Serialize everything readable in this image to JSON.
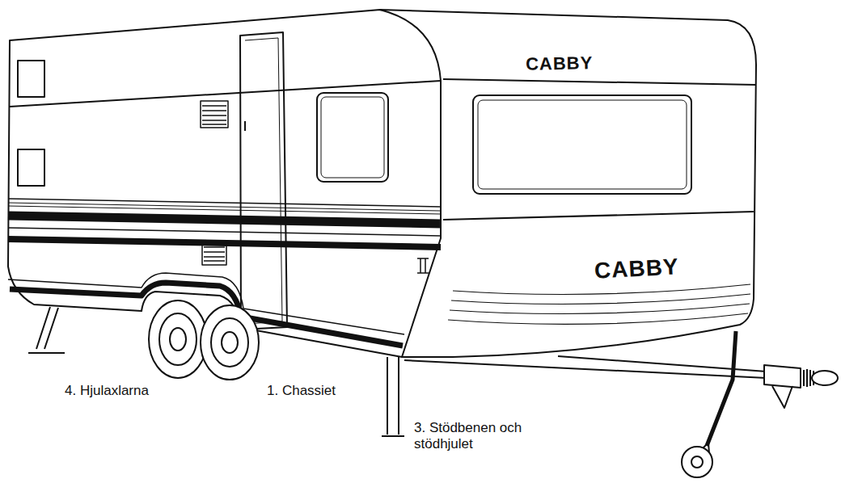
{
  "diagram": {
    "labels": [
      "CABBY",
      "CABBY",
      "4. Hjulaxlarna",
      "1. Chassiet",
      "3. Stödbenen och stödhjulet"
    ]
  }
}
